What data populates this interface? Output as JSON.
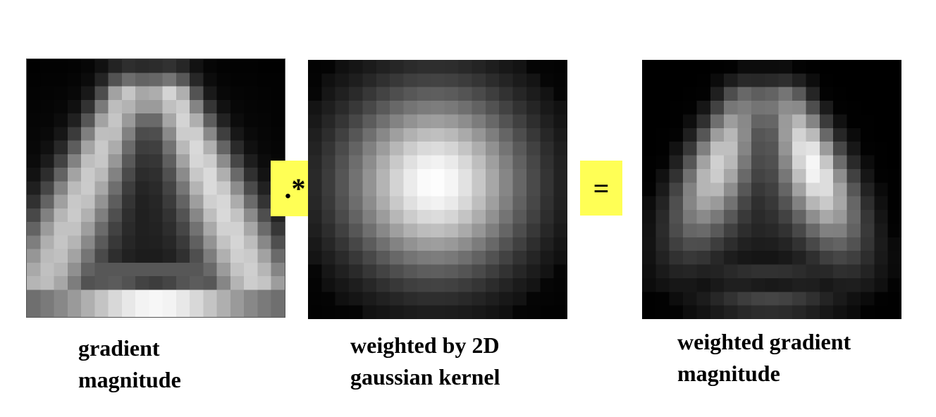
{
  "colors": {
    "background": "#ffffff",
    "operator_highlight": "#ffff55",
    "panel_background": "#000000"
  },
  "panels": [
    {
      "id": "gradient-magnitude",
      "content": "pixelated grayscale gradient magnitude of a triangular shape with a dark center and bright band along the bottom",
      "caption_lines": [
        "gradient",
        "magnitude"
      ]
    },
    {
      "id": "gaussian-kernel",
      "content": "pixelated 2D gaussian blob, brightest at the center",
      "caption_lines": [
        "weighted by 2D",
        "gaussian kernel"
      ]
    },
    {
      "id": "weighted-gradient",
      "content": "pixelated product of gradient magnitude and gaussian kernel",
      "caption_lines": [
        "weighted gradient",
        "magnitude"
      ]
    }
  ],
  "operators": {
    "multiply": ".*",
    "equals": "="
  }
}
